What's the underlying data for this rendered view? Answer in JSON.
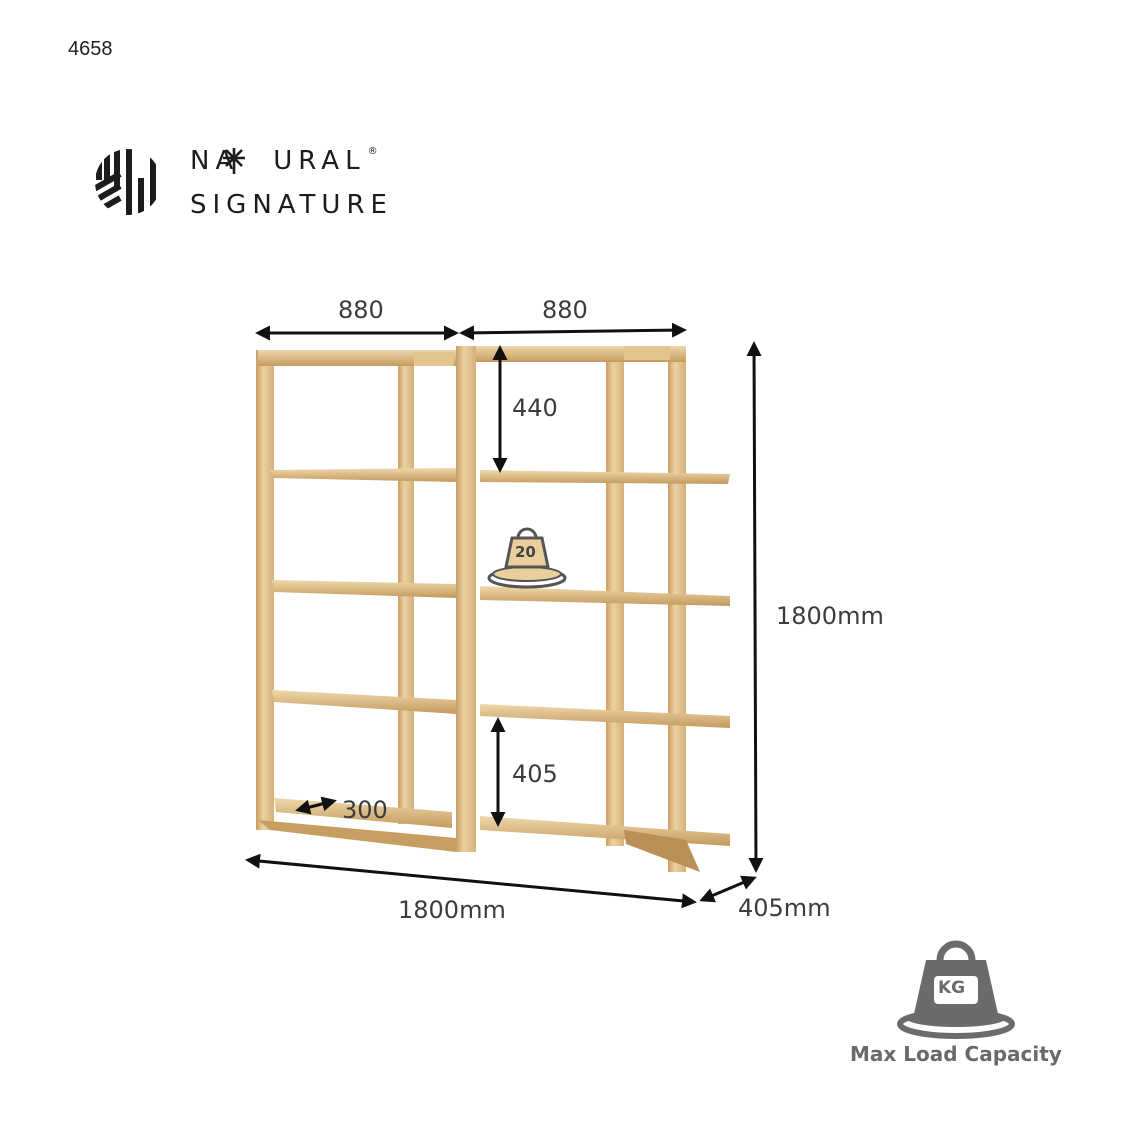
{
  "product_code": "4658",
  "brand": {
    "line1_a": "NA",
    "line1_b": "URAL",
    "reg_mark": "®",
    "line2": "SIGNATURE"
  },
  "dimensions": {
    "section_width_left": "880",
    "section_width_right": "880",
    "top_shelf_gap": "440",
    "bottom_shelf_gap": "405",
    "shelf_depth": "300",
    "total_height": "1800mm",
    "total_width": "1800mm",
    "total_depth": "405mm"
  },
  "shelf_load": "20",
  "max_load": {
    "icon_label": "KG",
    "caption": "Max Load Capacity"
  },
  "colors": {
    "wood_light": "#e8cc98",
    "wood_mid": "#d8b67c",
    "wood_dark": "#b98f55",
    "arrow": "#111111",
    "icon_grey": "#6b6b6b"
  }
}
